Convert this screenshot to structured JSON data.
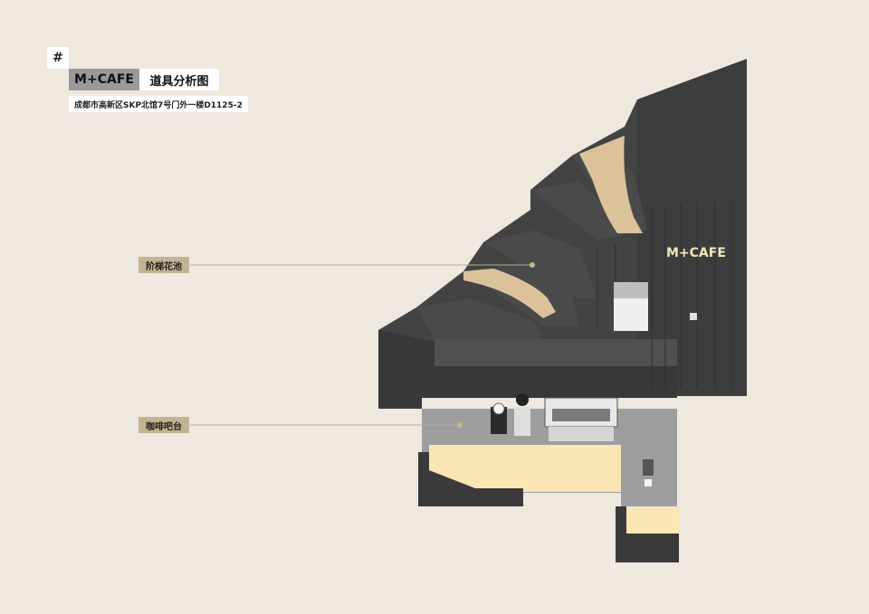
{
  "header": {
    "hash_symbol": "#",
    "brand": "M+CAFE",
    "title": "道具分析图",
    "address": "成都市高新区SKP北馆7号门外一楼D1125-2"
  },
  "callouts": [
    {
      "label": "阶梯花池"
    },
    {
      "label": "咖啡吧台"
    }
  ],
  "model": {
    "sign_text": "M+CAFE"
  },
  "colors": {
    "background": "#efe8df",
    "dark_gray": "#3f3f3f",
    "counter_top": "#9e9e9e",
    "wood": "#dcc29a",
    "counter_front": "#f9e6b3",
    "tag": "#c2b490",
    "sign": "#f3e7b5"
  }
}
